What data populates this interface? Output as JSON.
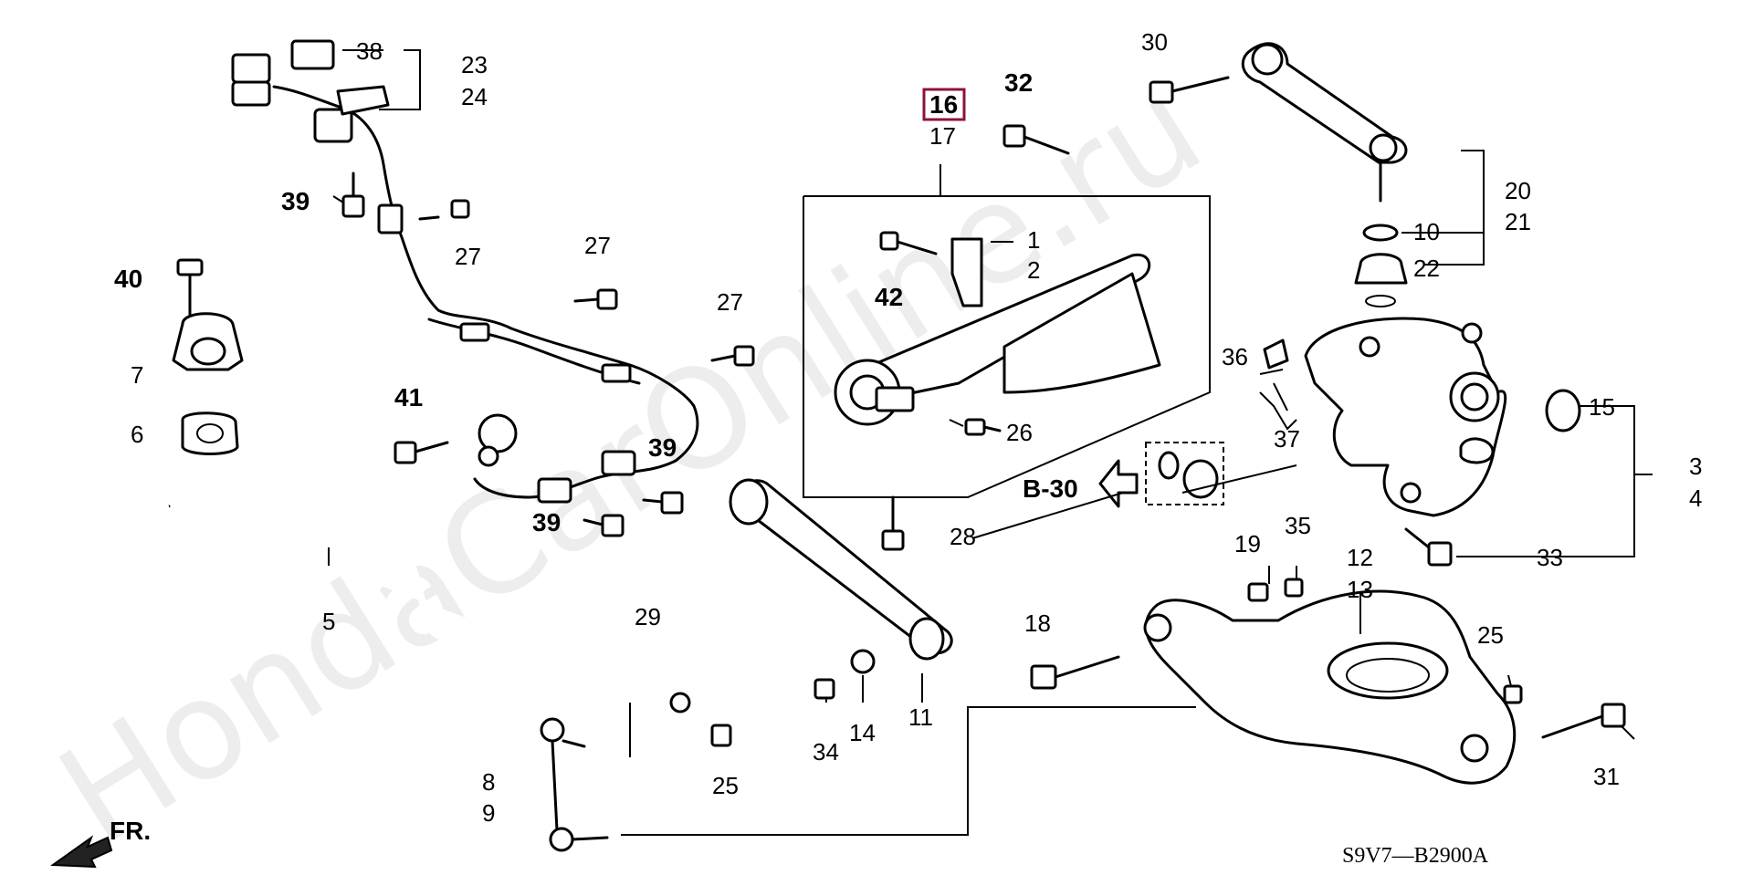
{
  "diagram_code": "S9V7—B2900A",
  "watermark": "HondaCarOnline.ru",
  "direction_label": "FR.",
  "reference_label": "B-30",
  "highlighted_part": "16",
  "callouts": {
    "c1": "1",
    "c2": "2",
    "c3": "3",
    "c4": "4",
    "c5": "5",
    "c6": "6",
    "c7": "7",
    "c8": "8",
    "c9": "9",
    "c10": "10",
    "c11": "11",
    "c12": "12",
    "c13": "13",
    "c14": "14",
    "c15": "15",
    "c17": "17",
    "c18": "18",
    "c19": "19",
    "c20": "20",
    "c21": "21",
    "c22": "22",
    "c23": "23",
    "c24": "24",
    "c25a": "25",
    "c25b": "25",
    "c26": "26",
    "c27a": "27",
    "c27b": "27",
    "c27c": "27",
    "c28": "28",
    "c29": "29",
    "c30": "30",
    "c31": "31",
    "c32": "32",
    "c33": "33",
    "c34": "34",
    "c35": "35",
    "c36": "36",
    "c37": "37",
    "c38": "38",
    "c39a": "39",
    "c39b": "39",
    "c39c": "39",
    "c40": "40",
    "c41": "41",
    "c42": "42"
  }
}
